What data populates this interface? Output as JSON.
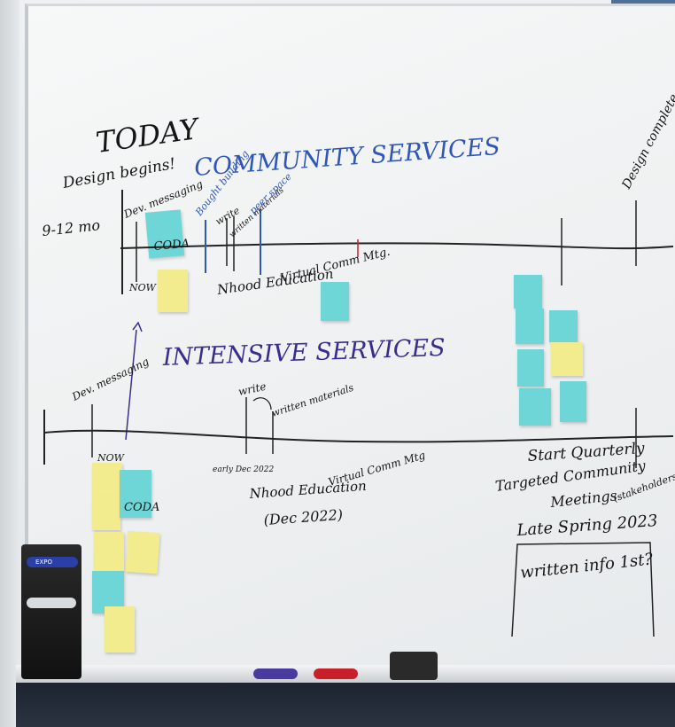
{
  "board": {
    "today": "TODAY",
    "design_begins": "Design begins!",
    "duration": "9-12 mo",
    "community_services": "COMMUNITY SERVICES",
    "intensive_services": "INTENSIVE SERVICES",
    "design_complete": "Design complete",
    "top_track": {
      "dev_messaging": "Dev. messaging",
      "coda": "CODA",
      "now": "NOW",
      "bought_building": "Bought building",
      "write": "write",
      "written_materials": "written materials",
      "peer_space": "peer space",
      "nhood_education": "Nhood Education",
      "virtual_comm_mtg": "Virtual Comm Mtg."
    },
    "bottom_track": {
      "dev_messaging": "Dev. messaging",
      "now": "NOW",
      "coda": "CODA",
      "write": "write",
      "written_materials": "written materials",
      "early_dec": "early Dec 2022",
      "nhood_education": "Nhood Education",
      "virtual_comm_mtg": "Virtual Comm Mtg",
      "dec2022": "(Dec 2022)",
      "start_quarterly": "Start Quarterly",
      "targeted_community": "Targeted Community",
      "meetings": "Meetings",
      "stakeholders": "(stakeholders)",
      "late_spring": "Late Spring 2023",
      "written_info": "written info 1st?"
    }
  },
  "markers": {
    "brand": "EXPO",
    "colors": {
      "blue": "#2a3fa8",
      "red": "#c8202b",
      "purple": "#4a3a9e"
    }
  },
  "colors": {
    "sticky_yellow": "#f3ec8e",
    "sticky_blue": "#6fd6d8",
    "ink_blue": "#2f57b7",
    "ink_purple": "#3b2d8e"
  }
}
